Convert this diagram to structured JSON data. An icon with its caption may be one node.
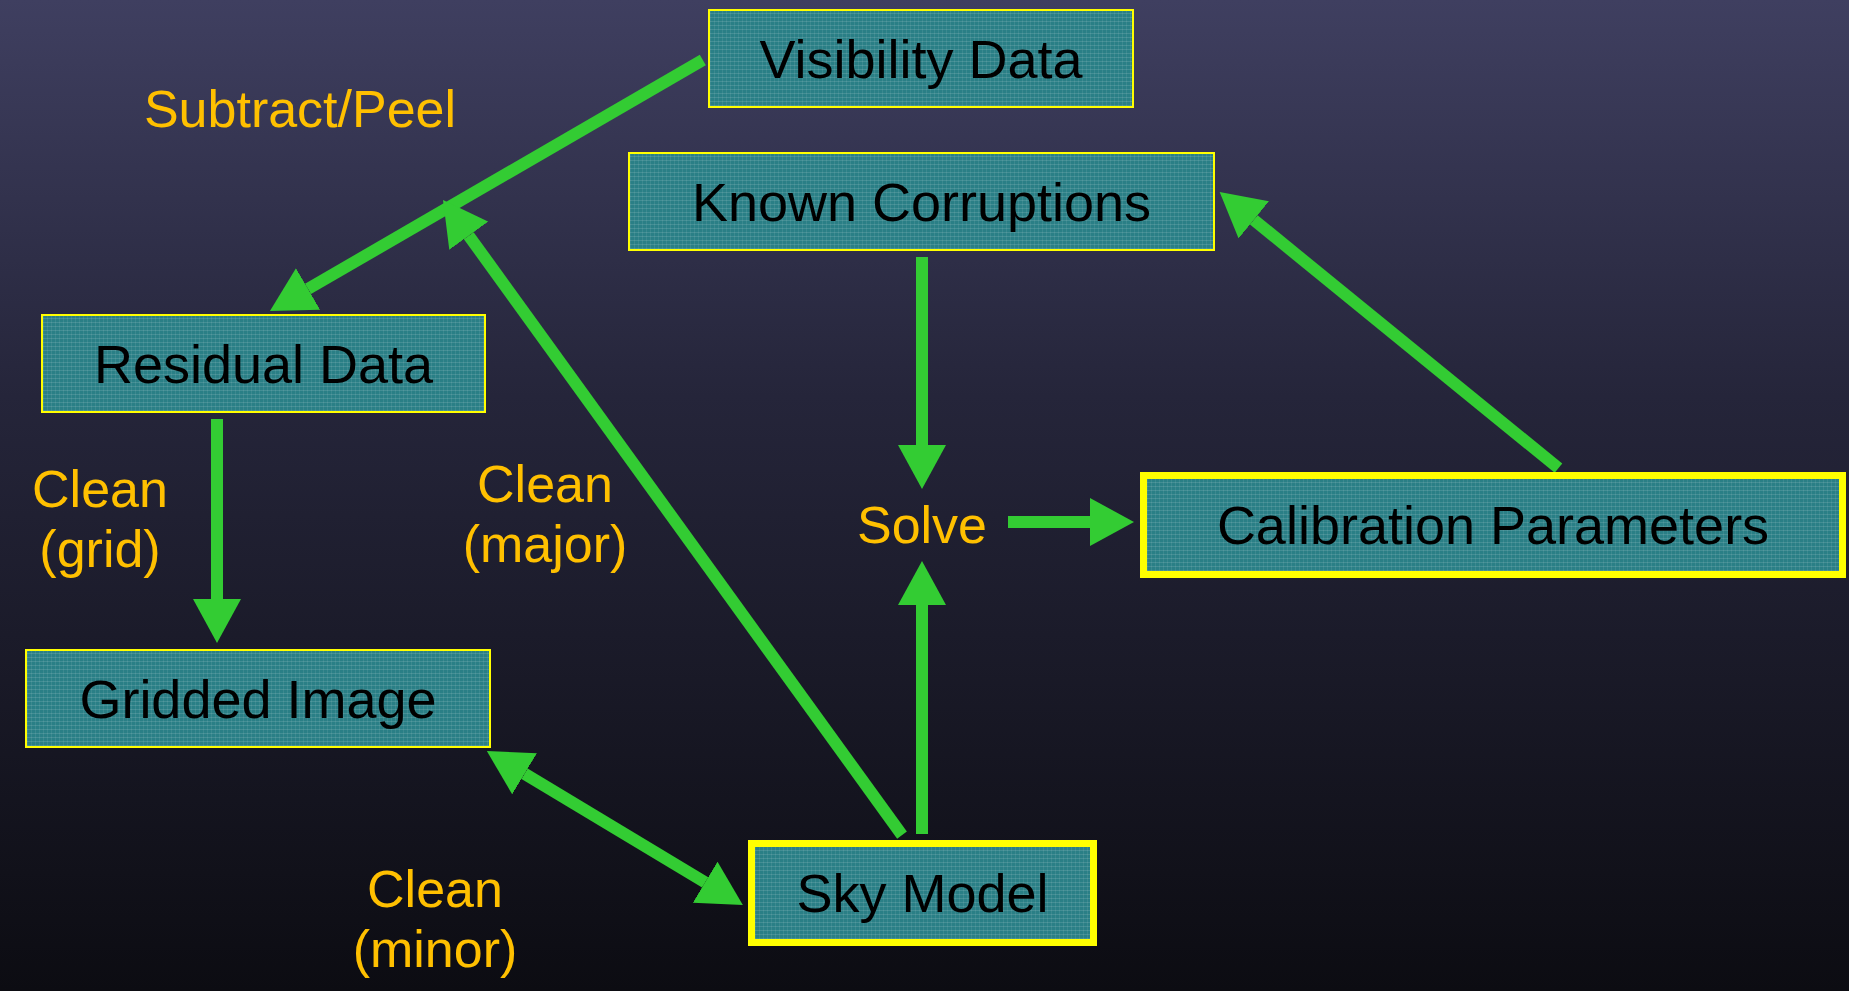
{
  "diagram": {
    "nodes": [
      {
        "text": [
          "Visibility Data"
        ]
      },
      {
        "text": [
          "Known Corruptions"
        ]
      },
      {
        "text": [
          "Residual Data"
        ]
      },
      {
        "text": [
          "Gridded Image"
        ]
      },
      {
        "text": [
          "Sky Model"
        ]
      },
      {
        "text": [
          "Calibration Parameters"
        ]
      },
      {
        "text": [
          "Solve"
        ]
      }
    ],
    "edges": [
      {
        "from": 0,
        "to": 2,
        "arrow": "to",
        "label": "Subtract/Peel"
      },
      {
        "from": 2,
        "to": 3,
        "arrow": "to",
        "label": "Clean (grid)"
      },
      {
        "from": 4,
        "to": null,
        "arrow": "to",
        "label": "Clean (major)"
      },
      {
        "from": 3,
        "to": 4,
        "arrow": "both",
        "label": "Clean (minor)"
      },
      {
        "from": 4,
        "to": 6,
        "arrow": "to"
      },
      {
        "from": 1,
        "to": 6,
        "arrow": "to"
      },
      {
        "from": 6,
        "to": 5,
        "arrow": "to"
      },
      {
        "from": 5,
        "to": 1,
        "arrow": "to"
      }
    ]
  }
}
